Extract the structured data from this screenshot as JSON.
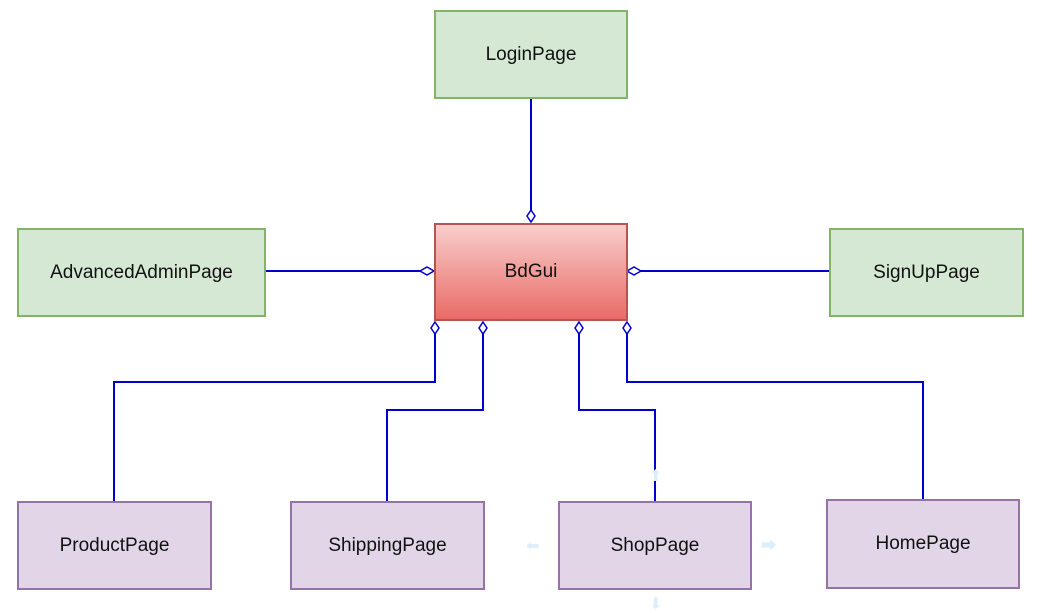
{
  "diagram": {
    "central": {
      "label": "BdGui"
    },
    "pages": {
      "login": {
        "label": "LoginPage"
      },
      "advanced_admin": {
        "label": "AdvancedAdminPage"
      },
      "signup": {
        "label": "SignUpPage"
      },
      "product": {
        "label": "ProductPage"
      },
      "shipping": {
        "label": "ShippingPage"
      },
      "shop": {
        "label": "ShopPage"
      },
      "home": {
        "label": "HomePage"
      }
    },
    "relationships": [
      {
        "from": "LoginPage",
        "to": "BdGui",
        "type": "aggregation"
      },
      {
        "from": "AdvancedAdminPage",
        "to": "BdGui",
        "type": "aggregation"
      },
      {
        "from": "SignUpPage",
        "to": "BdGui",
        "type": "aggregation"
      },
      {
        "from": "ProductPage",
        "to": "BdGui",
        "type": "aggregation"
      },
      {
        "from": "ShippingPage",
        "to": "BdGui",
        "type": "aggregation"
      },
      {
        "from": "ShopPage",
        "to": "BdGui",
        "type": "aggregation"
      },
      {
        "from": "HomePage",
        "to": "BdGui",
        "type": "aggregation"
      }
    ],
    "colors": {
      "edge": "#0000cc",
      "green_fill": "#d5e8d4",
      "green_stroke": "#82b366",
      "purple_fill": "#e1d5e7",
      "purple_stroke": "#9673a6",
      "red_fill_top": "#f8cecc",
      "red_fill_bottom": "#ea6b66",
      "red_stroke": "#b85450"
    }
  }
}
